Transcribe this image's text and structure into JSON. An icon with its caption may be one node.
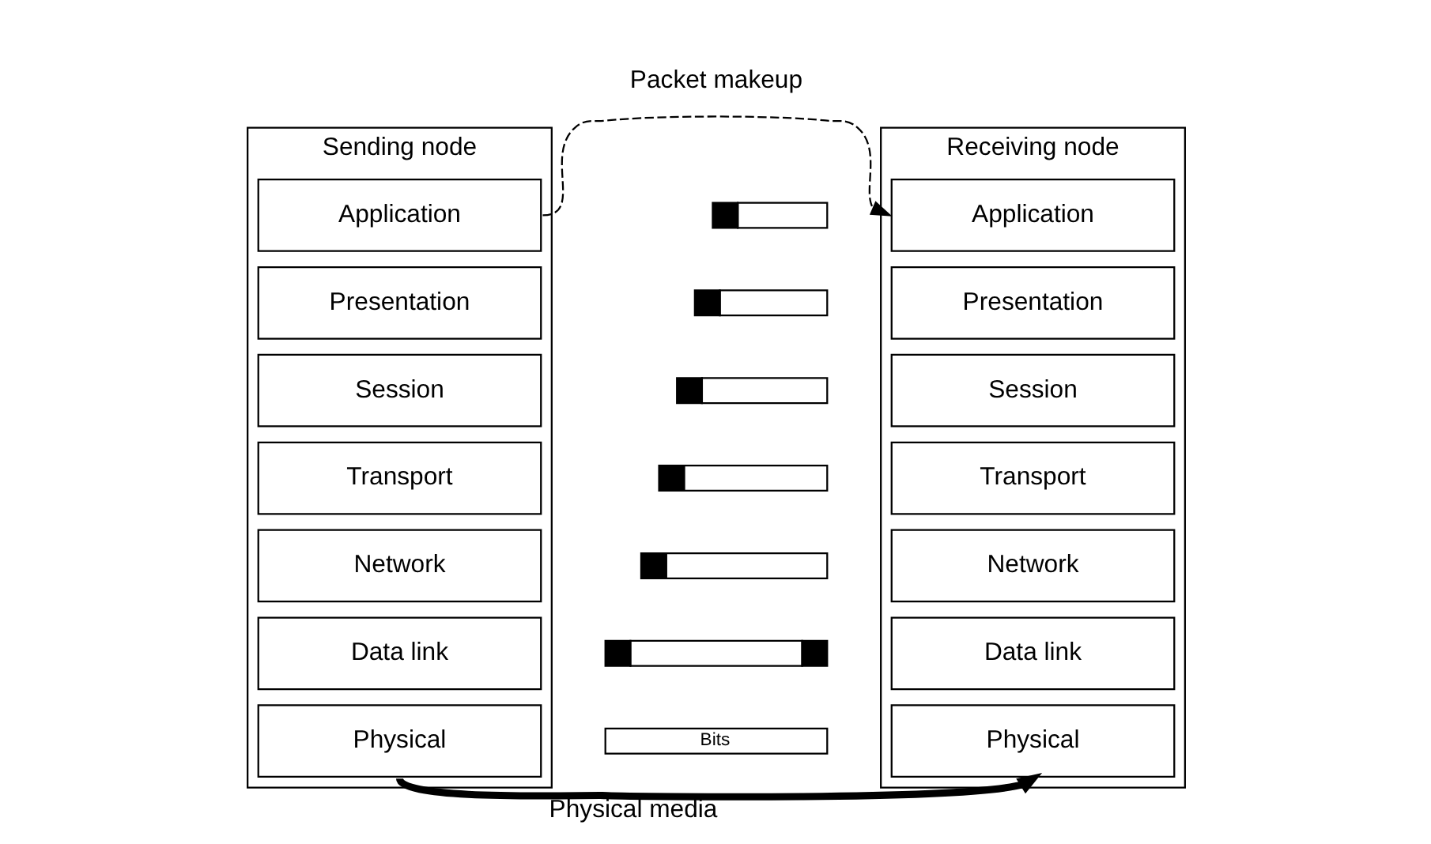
{
  "diagram": {
    "nodes": [
      {
        "text": [
          "Sending node"
        ]
      },
      {
        "text": [
          "Application"
        ],
        "in": 0
      },
      {
        "text": [
          "Presentation"
        ],
        "in": 0
      },
      {
        "text": [
          "Session"
        ],
        "in": 0
      },
      {
        "text": [
          "Transport"
        ],
        "in": 0
      },
      {
        "text": [
          "Network"
        ],
        "in": 0
      },
      {
        "text": [
          "Data link"
        ],
        "in": 0
      },
      {
        "text": [
          "Physical"
        ],
        "in": 0
      },
      {
        "text": [],
        "shape": "bar"
      },
      {
        "text": [],
        "shape": "bar"
      },
      {
        "text": [],
        "shape": "bar"
      },
      {
        "text": [],
        "shape": "bar"
      },
      {
        "text": [],
        "shape": "bar"
      },
      {
        "text": [],
        "shape": "bar"
      },
      {
        "text": [
          "Bits"
        ]
      },
      {
        "text": [
          "Receiving node"
        ]
      },
      {
        "text": [
          "Application"
        ],
        "in": 15
      },
      {
        "text": [
          "Presentation"
        ],
        "in": 15
      },
      {
        "text": [
          "Session"
        ],
        "in": 15
      },
      {
        "text": [
          "Transport"
        ],
        "in": 15
      },
      {
        "text": [
          "Network"
        ],
        "in": 15
      },
      {
        "text": [
          "Data link"
        ],
        "in": 15
      },
      {
        "text": [
          "Physical"
        ],
        "in": 15
      }
    ],
    "edges": [
      {
        "from": 1,
        "to": 16,
        "arrow": "to",
        "style": "dashed"
      },
      {
        "from": 7,
        "to": 22,
        "arrow": "to",
        "style": "thick",
        "label": "Physical media"
      }
    ],
    "labels": [
      "Packet makeup"
    ]
  }
}
